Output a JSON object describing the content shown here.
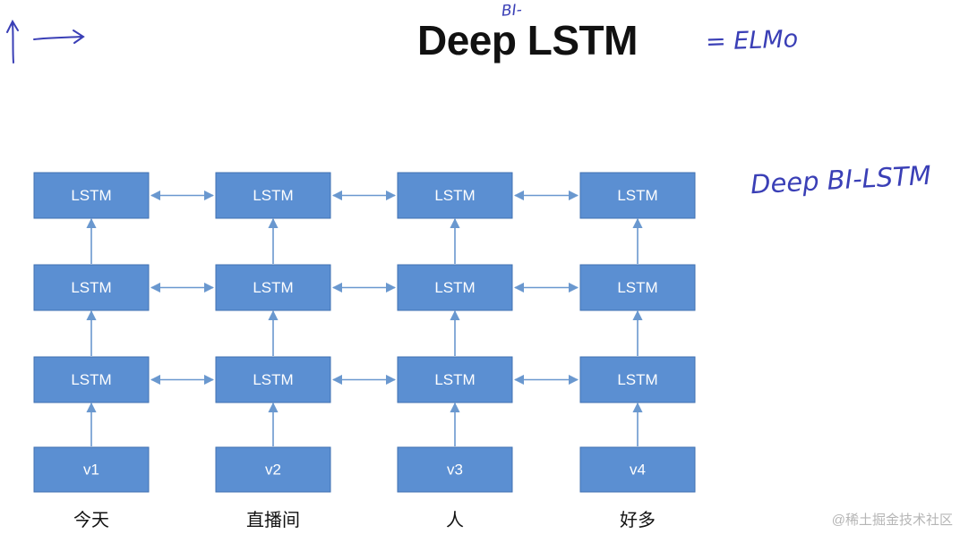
{
  "title": "Deep LSTM",
  "handwriting": {
    "bi_above_title": "BI-",
    "equals_elmo": "= ELMo",
    "deep_bi_lstm": "Deep BI-LSTM"
  },
  "diagram": {
    "cell_label": "LSTM",
    "layers": 3,
    "inputs": [
      "v1",
      "v2",
      "v3",
      "v4"
    ],
    "words": [
      "今天",
      "直播间",
      "人",
      "好多"
    ],
    "colors": {
      "box_fill": "#5b8fd2",
      "box_stroke": "#4272b2",
      "arrow": "#6a98cf",
      "box_text": "#ffffff",
      "word_text": "#111111",
      "ink": "#3a3fb6"
    }
  },
  "watermark": "@稀土掘金技术社区"
}
